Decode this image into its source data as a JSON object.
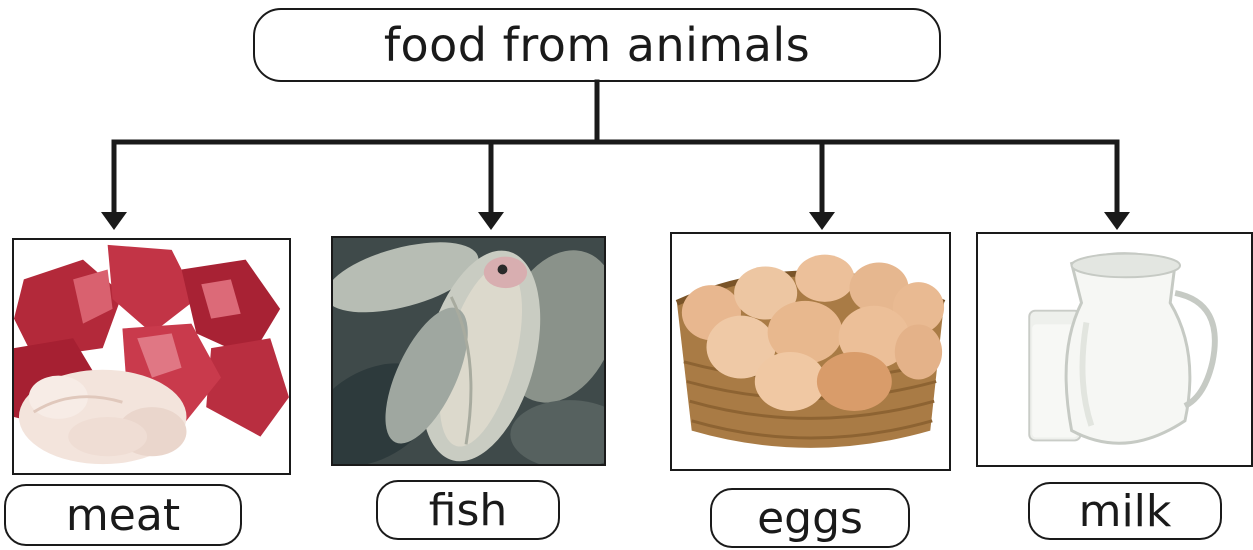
{
  "root": {
    "label": "food from animals"
  },
  "children": [
    {
      "label": "meat",
      "image": "meat-photo"
    },
    {
      "label": "fish",
      "image": "fish-photo"
    },
    {
      "label": "eggs",
      "image": "eggs-basket-photo"
    },
    {
      "label": "milk",
      "image": "milk-jug-photo"
    }
  ],
  "colors": {
    "line": "#1a1a1a",
    "meat_red": "#b3293a",
    "chicken": "#f3e4dc",
    "fish_silver": "#9fa7a0",
    "egg": "#e8b78f",
    "basket": "#a97b45",
    "milk": "#f6f7f4"
  }
}
